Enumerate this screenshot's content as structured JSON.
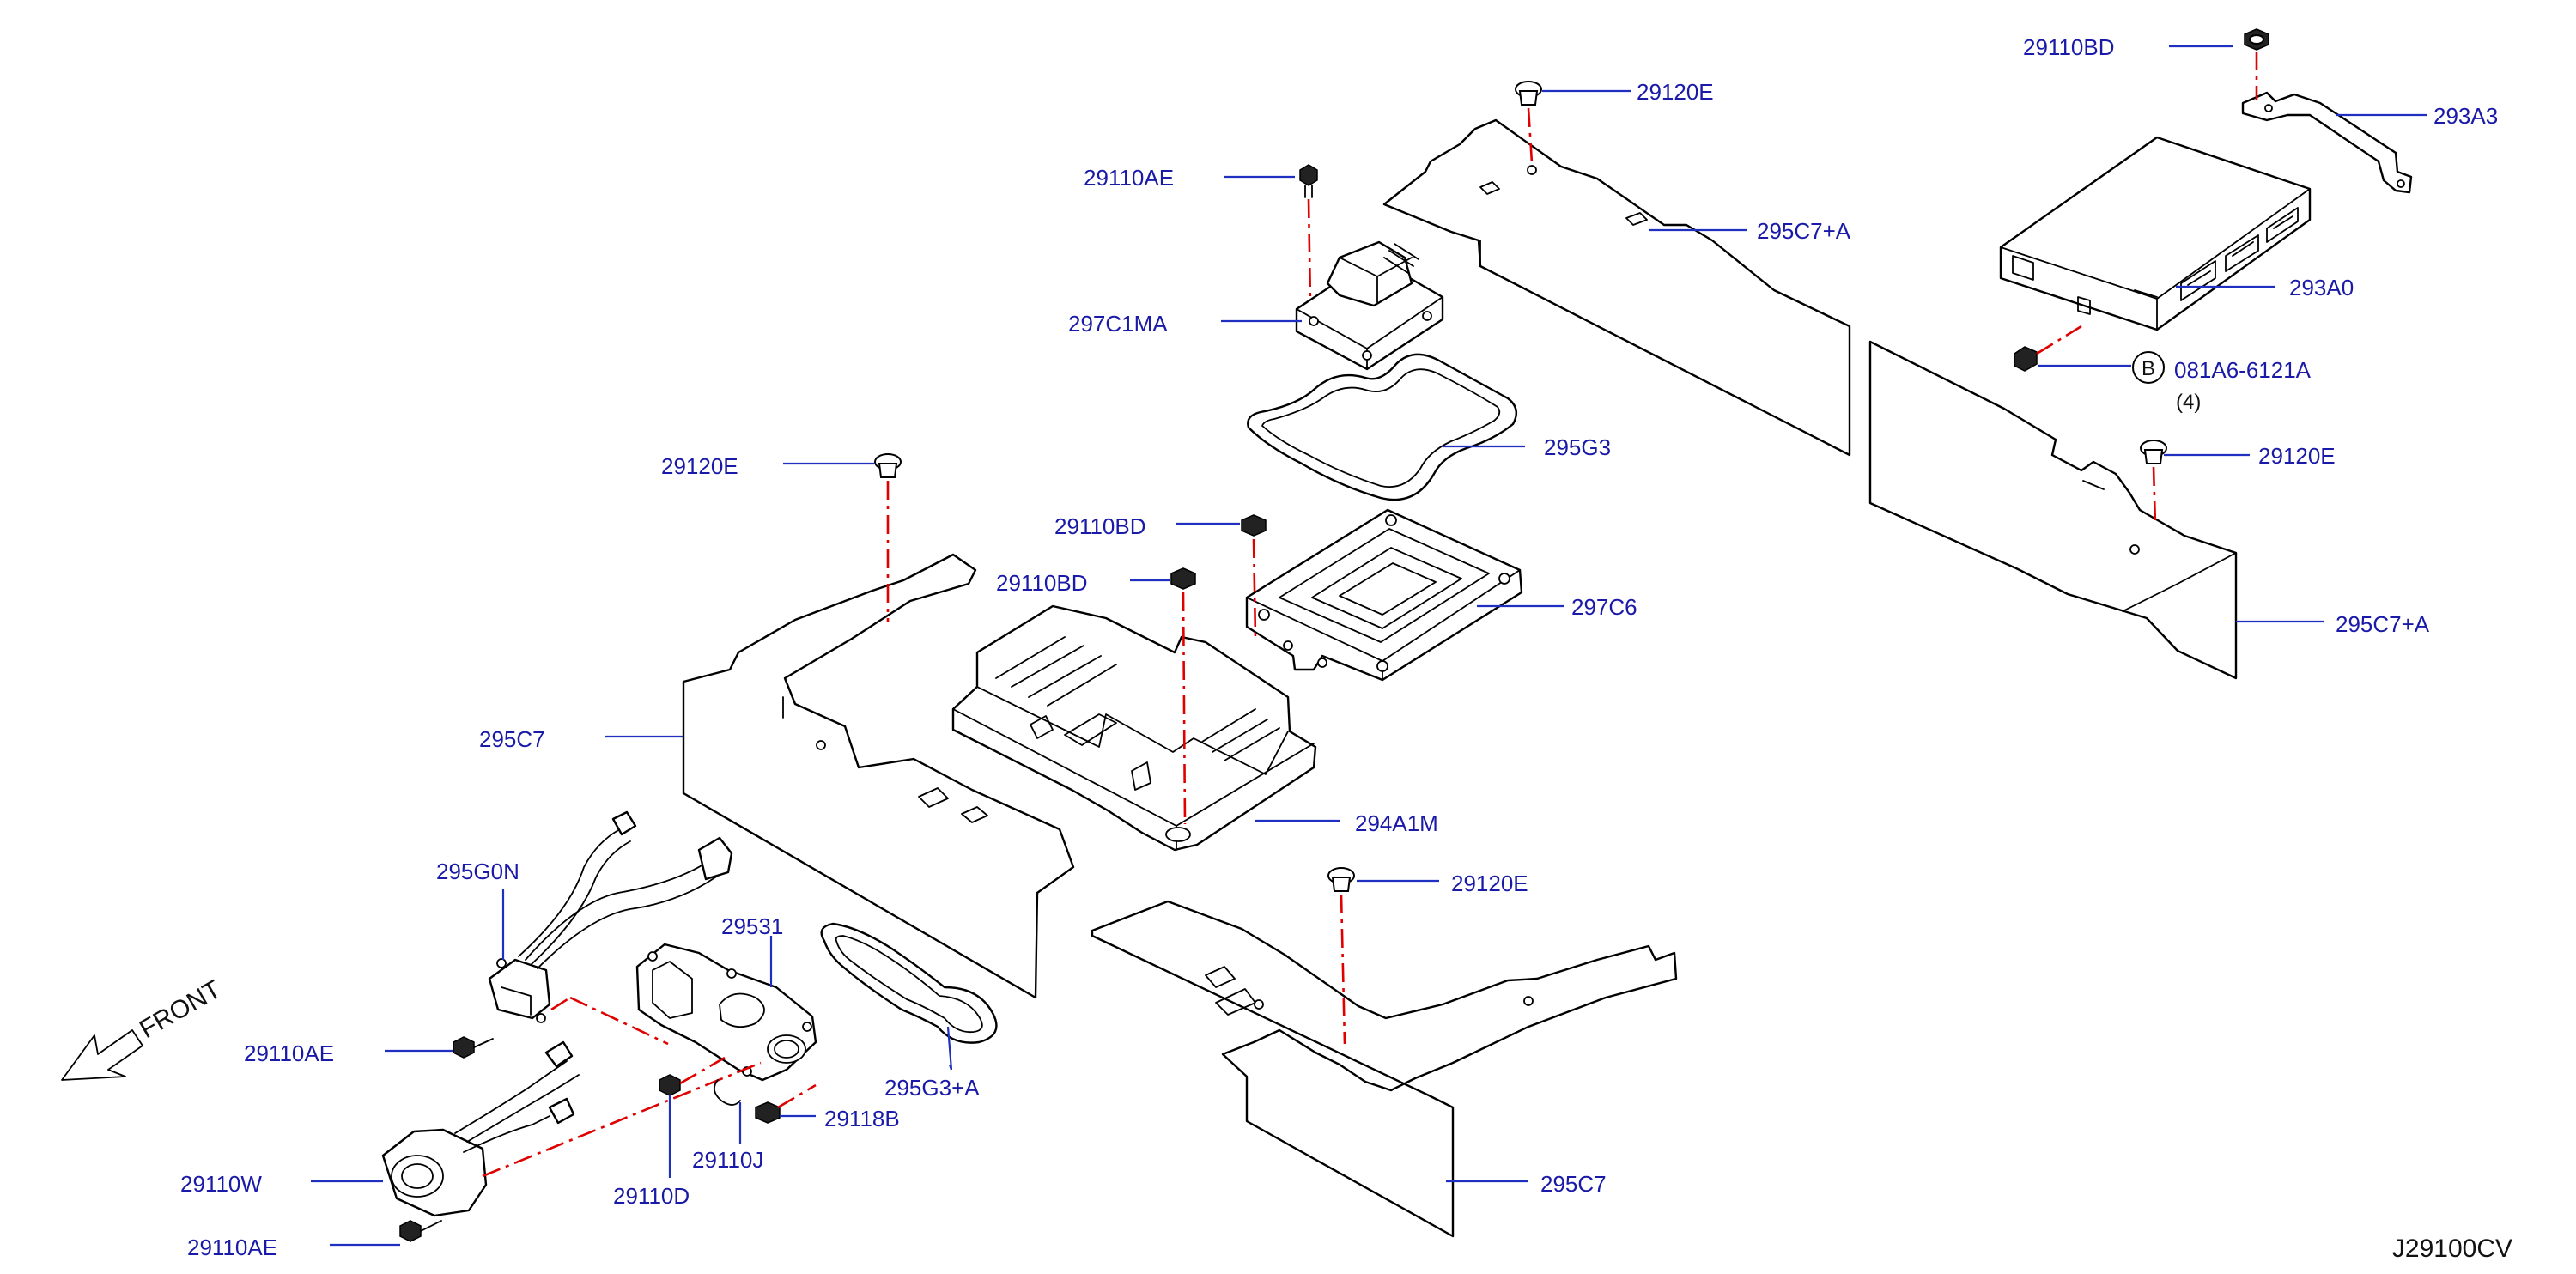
{
  "diagram_code": "J29100CV",
  "front_label": "FRONT",
  "callout_letter": "B",
  "labels": {
    "l_29110BD_top": "29110BD",
    "l_293A3": "293A3",
    "l_29120E_top": "29120E",
    "l_29110AE_top": "29110AE",
    "l_295C7A_top": "295C7+A",
    "l_297C1MA": "297C1MA",
    "l_293A0": "293A0",
    "l_081A6": "081A6-6121A",
    "l_081A6_qty": "(4)",
    "l_295G3": "295G3",
    "l_29120E_right": "29120E",
    "l_29120E_left": "29120E",
    "l_29110BD_mid": "29110BD",
    "l_29110BD_low": "29110BD",
    "l_297C6": "297C6",
    "l_295C7A_right": "295C7+A",
    "l_295C7_left": "295C7",
    "l_294A1M": "294A1M",
    "l_29120E_bottom": "29120E",
    "l_295G0N": "295G0N",
    "l_29531": "29531",
    "l_295G3A": "295G3+A",
    "l_29110AE_mid": "29110AE",
    "l_29118B": "29118B",
    "l_29110J": "29110J",
    "l_29110W": "29110W",
    "l_29110D": "29110D",
    "l_29110AE_bottom": "29110AE",
    "l_295C7_bottom": "295C7"
  },
  "colors": {
    "label_text": "#1a1aa8",
    "leader_line": "#1f2fbf",
    "center_line": "#e00000",
    "outline": "#000000"
  }
}
